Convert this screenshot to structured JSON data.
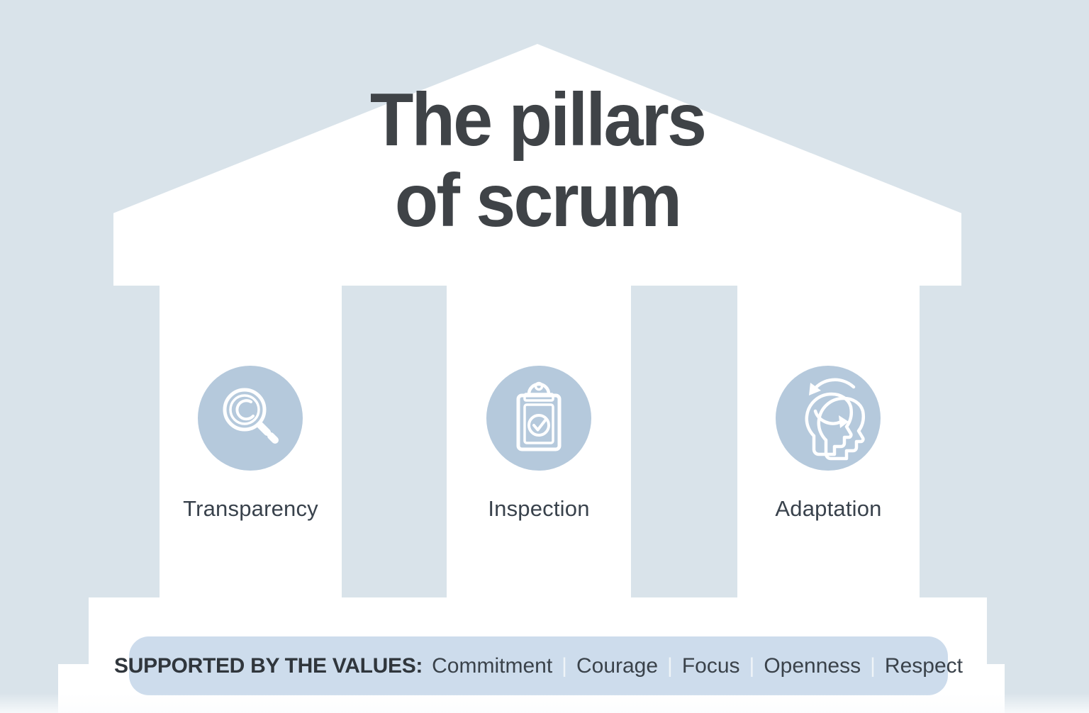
{
  "title": {
    "line1": "The pillars",
    "line2": "of scrum"
  },
  "pillars": [
    {
      "label": "Transparency",
      "icon": "magnifier-icon"
    },
    {
      "label": "Inspection",
      "icon": "clipboard-check-icon"
    },
    {
      "label": "Adaptation",
      "icon": "adaptation-heads-icon"
    }
  ],
  "values_bar": {
    "label": "SUPPORTED BY THE VALUES:",
    "values": [
      "Commitment",
      "Courage",
      "Focus",
      "Openness",
      "Respect"
    ],
    "separator": "|"
  },
  "colors": {
    "background": "#d9e3ea",
    "temple": "#ffffff",
    "icon_circle": "#b5c9dc",
    "icon_stroke": "#ffffff",
    "values_bar_bg": "#cddcec",
    "title_text": "#3f4347",
    "label_text": "#39424c",
    "bar_bold_text": "#30363c",
    "bar_value_text": "#3a424a",
    "separator_color": "#eff4f8"
  }
}
